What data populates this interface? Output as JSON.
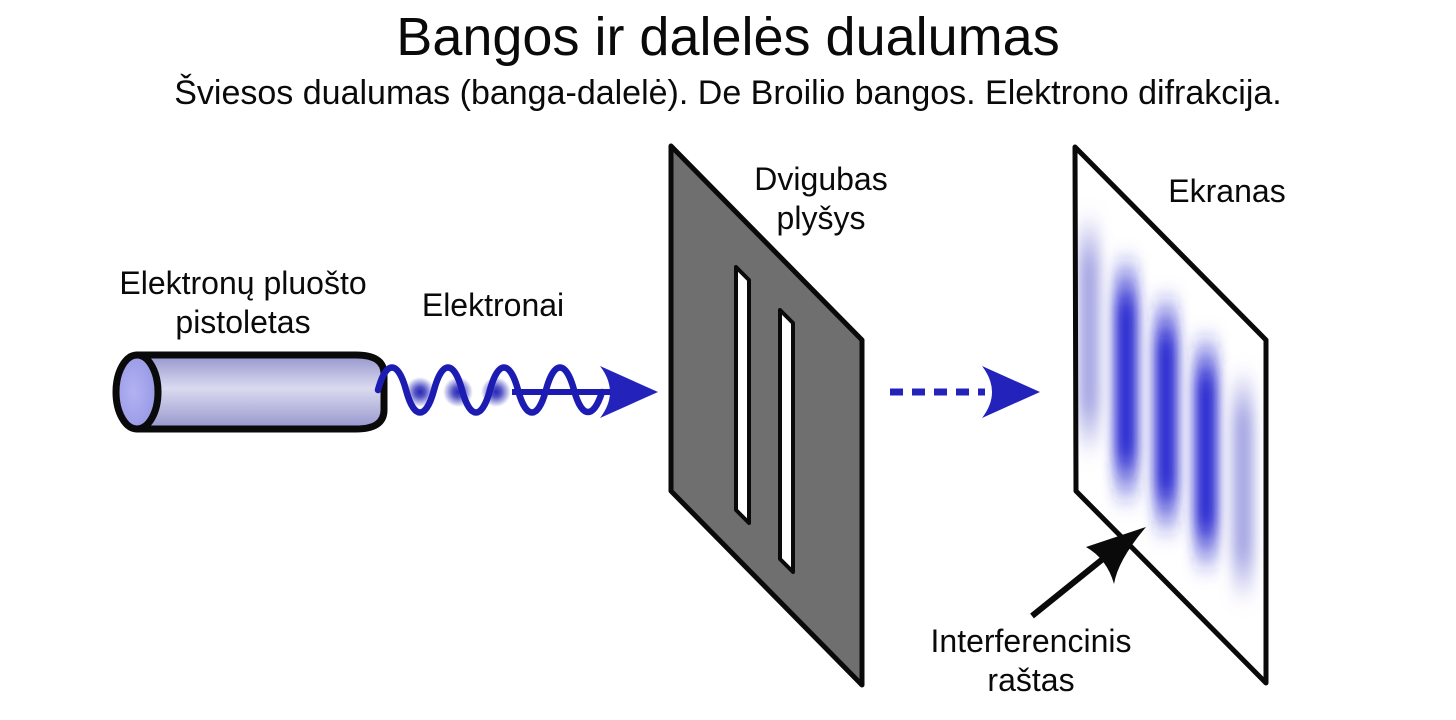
{
  "title": "Bangos ir dalelės dualumas",
  "subtitle": "Šviesos dualumas (banga-dalelė). De Broilio bangos. Elektrono difrakcija.",
  "labels": {
    "electron_gun_line1": "Elektronų pluošto",
    "electron_gun_line2": "pistoletas",
    "electrons": "Elektronai",
    "double_slit_line1": "Dvigubas",
    "double_slit_line2": "plyšys",
    "screen": "Ekranas",
    "interference_line1": "Interferencinis",
    "interference_line2": "raštas"
  },
  "colors": {
    "background": "#ffffff",
    "ink": "#0a0a0a",
    "wave_blue": "#1c1cb2",
    "arrow_blue": "#2323bb",
    "panel_gray": "#6f6f6f",
    "gun_body_dark": "#9595cd",
    "gun_body_light": "#dadaf0",
    "gun_cap": "#8e90e2",
    "gun_cap_light": "#b2b2f2",
    "fringe_dark": "#2424cf",
    "fringe_light": "#9a9ae0"
  }
}
